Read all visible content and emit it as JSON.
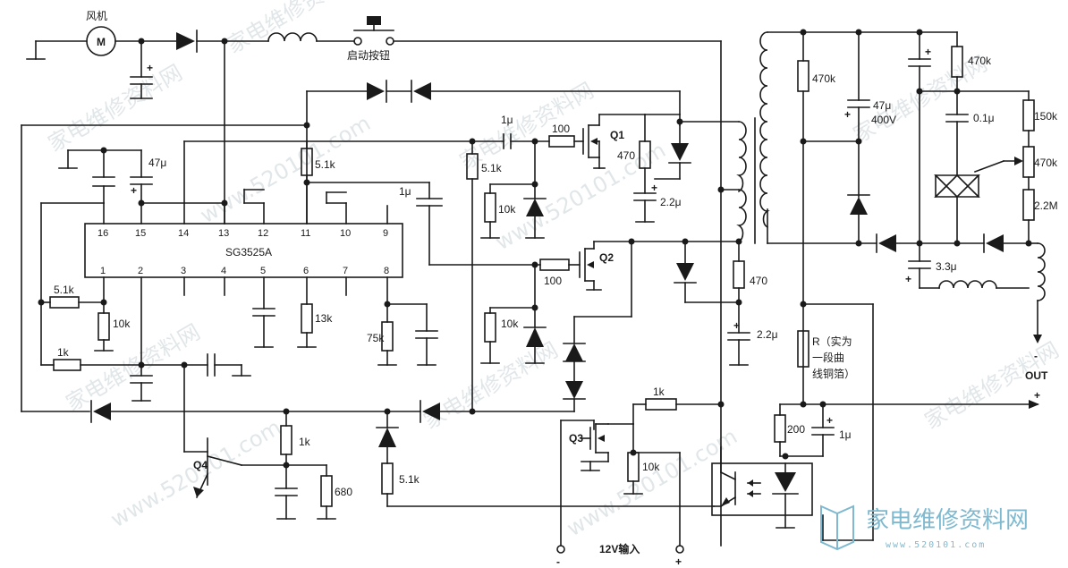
{
  "diagram": {
    "ic": {
      "name": "SG3525A",
      "pins_top": [
        "16",
        "15",
        "14",
        "13",
        "12",
        "11",
        "10",
        "9"
      ],
      "pins_bottom": [
        "1",
        "2",
        "3",
        "4",
        "5",
        "6",
        "7",
        "8"
      ]
    },
    "labels": {
      "fan": "风机",
      "motor": "M",
      "start_button": "启动按钮",
      "input": "12V输入",
      "out": "OUT",
      "r_note_1": "R（实为",
      "r_note_2": "一段曲",
      "r_note_3": "线铜箔）",
      "minus": "-",
      "plus": "+",
      "out_plus": "+",
      "out_minus": "-"
    },
    "transistors": {
      "q1": "Q1",
      "q2": "Q2",
      "q3": "Q3",
      "q4": "Q4"
    },
    "components": {
      "c47u": "47μ",
      "r51k_top": "5.1k",
      "r51k_left": "5.1k",
      "r10k_pin1": "10k",
      "r1k_left": "1k",
      "r13k": "13k",
      "r75k": "75k",
      "c1u_mid": "1μ",
      "c1u_q1": "1μ",
      "r100_q1": "100",
      "r51k_q1": "5.1k",
      "r10k_q1": "10k",
      "r470_q1": "470",
      "c22u_q1": "2.2μ",
      "r100_q2": "100",
      "r10k_q2": "10k",
      "r470_q2": "470",
      "c22u_q2": "2.2μ",
      "r1k_q4": "1k",
      "r680": "680",
      "r51k_bottom": "5.1k",
      "r1k_q3": "1k",
      "r10k_q3": "10k",
      "r470k_a": "470k",
      "c47u400v": "47μ",
      "v400": "400V",
      "r470k_b": "470k",
      "c01u": "0.1μ",
      "r150k": "150k",
      "r470k_c": "470k",
      "r22m": "2.2M",
      "c33u": "3.3μ",
      "r200": "200",
      "c1u_out": "1μ"
    },
    "watermark": {
      "text_cn": "家电维修资料网",
      "text_url": "www.520101.com",
      "logo": "家电维修资料网",
      "logo_url": "www.520101.com"
    }
  }
}
